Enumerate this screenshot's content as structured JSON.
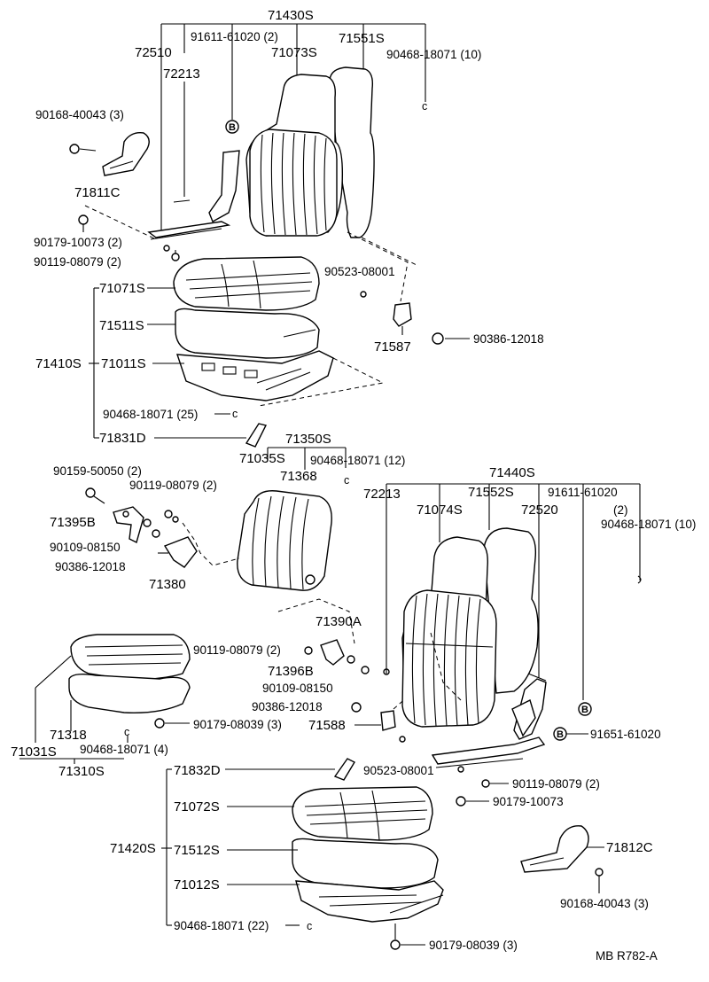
{
  "labels": {
    "a71430S": "71430S",
    "a72510": "72510",
    "a91611_61020_2": "91611-61020 (2)",
    "a71551S": "71551S",
    "a71073S": "71073S",
    "a90468_18071_10a": "90468-18071 (10)",
    "a72213a": "72213",
    "a90168_40043_3a": "90168-40043 (3)",
    "a71811C": "71811C",
    "a90179_10073_2": "90179-10073 (2)",
    "a90119_08079_2a": "90119-08079 (2)",
    "a90523_08001a": "90523-08001",
    "a71071S": "71071S",
    "a71511S": "71511S",
    "a71587": "71587",
    "a90386_12018a": "90386-12018",
    "a71410S": "71410S",
    "a71011S": "71011S",
    "a90468_18071_25": "90468-18071 (25)",
    "a71831D": "71831D",
    "a71350S": "71350S",
    "a71035S": "71035S",
    "a90468_18071_12": "90468-18071 (12)",
    "a71368": "71368",
    "a90159_50050_2": "90159-50050 (2)",
    "a90119_08079_2b": "90119-08079 (2)",
    "a71395B": "71395B",
    "a90109_08150a": "90109-08150",
    "a90386_12018b": "90386-12018",
    "a71380": "71380",
    "a71440S": "71440S",
    "a72213b": "72213",
    "a71552S": "71552S",
    "a91611_61020": "91611-61020",
    "a2": "(2)",
    "a71074S": "71074S",
    "a72520": "72520",
    "a90468_18071_10b": "90468-18071 (10)",
    "a71390A": "71390A",
    "a90119_08079_2c": "90119-08079 (2)",
    "a71396B": "71396B",
    "a90109_08150b": "90109-08150",
    "a90386_12018c": "90386-12018",
    "a71588": "71588",
    "a91651_61020": "91651-61020",
    "a71318": "71318",
    "a90179_08039_3a": "90179-08039 (3)",
    "a71031S": "71031S",
    "a90468_18071_4": "90468-18071 (4)",
    "a71310S": "71310S",
    "a90523_08001b": "90523-08001",
    "a71832D": "71832D",
    "a90119_08079_2d": "90119-08079 (2)",
    "a90179_10073": "90179-10073",
    "a71072S": "71072S",
    "a71420S": "71420S",
    "a71512S": "71512S",
    "a71812C": "71812C",
    "a71012S": "71012S",
    "a90168_40043_3b": "90168-40043 (3)",
    "a90468_18071_22": "90468-18071 (22)",
    "a90179_08039_3b": "90179-08039 (3)",
    "a_c": "c",
    "a_b": "B",
    "footer": "MB  R782-A"
  }
}
